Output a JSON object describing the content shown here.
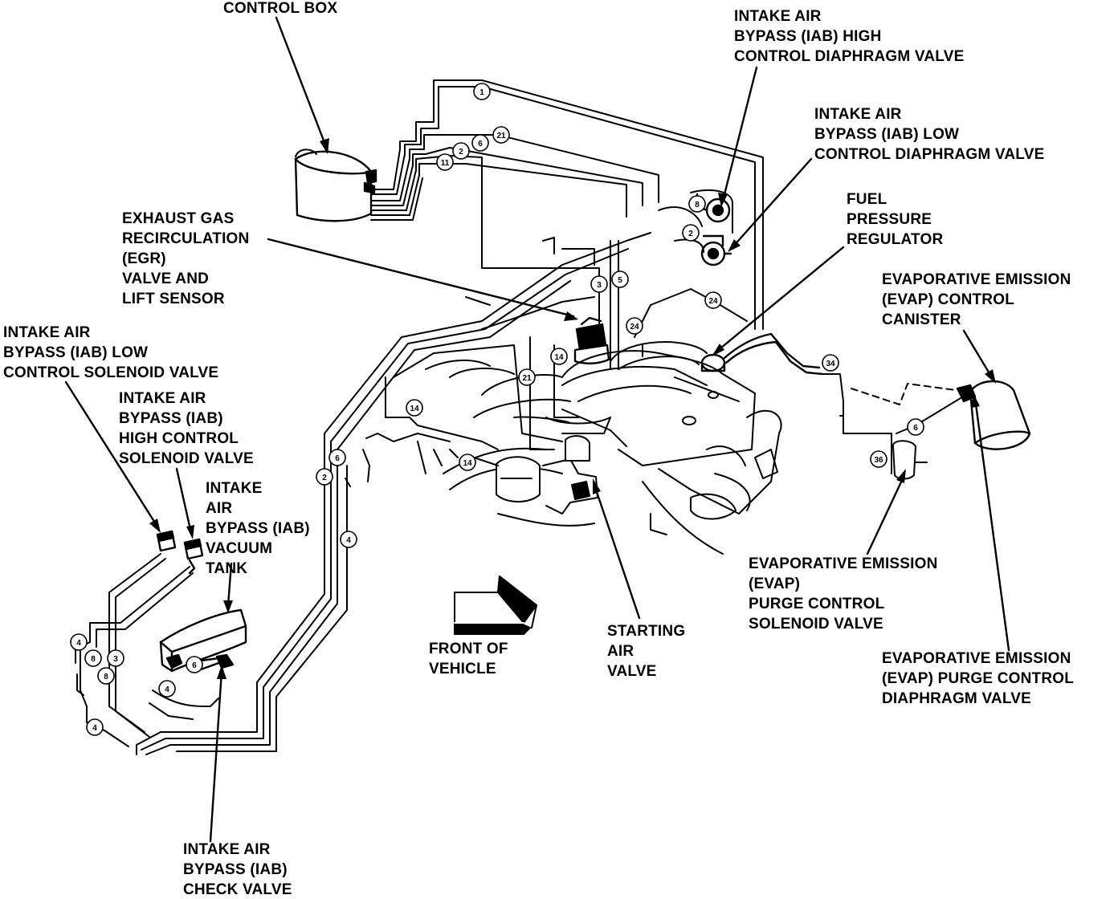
{
  "labels": {
    "control_box": [
      "CONTROL BOX"
    ],
    "iab_high_diaphragm": [
      "INTAKE AIR",
      "BYPASS (IAB) HIGH",
      "CONTROL DIAPHRAGM VALVE"
    ],
    "iab_low_diaphragm": [
      "INTAKE AIR",
      "BYPASS (IAB) LOW",
      "CONTROL DIAPHRAGM VALVE"
    ],
    "fuel_pressure_regulator": [
      "FUEL",
      "PRESSURE",
      "REGULATOR"
    ],
    "evap_canister": [
      "EVAPORATIVE EMISSION",
      "(EVAP) CONTROL",
      "CANISTER"
    ],
    "egr_valve": [
      "EXHAUST GAS",
      "RECIRCULATION",
      "(EGR)",
      "VALVE AND",
      "LIFT SENSOR"
    ],
    "iab_low_solenoid": [
      "INTAKE AIR",
      "BYPASS (IAB) LOW",
      "CONTROL SOLENOID VALVE"
    ],
    "iab_high_solenoid": [
      "INTAKE AIR",
      "BYPASS (IAB)",
      "HIGH CONTROL",
      "SOLENOID VALVE"
    ],
    "iab_vacuum_tank": [
      "INTAKE",
      "AIR",
      "BYPASS (IAB)",
      "VACUUM",
      "TANK"
    ],
    "front_of_vehicle": [
      "FRONT OF",
      "VEHICLE"
    ],
    "starting_air_valve": [
      "STARTING",
      "AIR",
      "VALVE"
    ],
    "evap_purge_solenoid": [
      "EVAPORATIVE EMISSION",
      "(EVAP)",
      "PURGE CONTROL",
      "SOLENOID VALVE"
    ],
    "evap_purge_diaphragm": [
      "EVAPORATIVE EMISSION",
      "(EVAP) PURGE CONTROL",
      "DIAPHRAGM VALVE"
    ],
    "iab_check_valve": [
      "INTAKE AIR",
      "BYPASS (IAB)",
      "CHECK VALVE"
    ]
  },
  "hose_numbers": [
    "1",
    "21",
    "6",
    "2",
    "11",
    "8",
    "2",
    "3",
    "5",
    "24",
    "24",
    "34",
    "21",
    "14",
    "14",
    "14",
    "6",
    "2",
    "4",
    "6",
    "36",
    "4",
    "8",
    "3",
    "8",
    "4",
    "6",
    "4"
  ],
  "colors": {
    "ink": "#000000",
    "paper": "#ffffff"
  }
}
